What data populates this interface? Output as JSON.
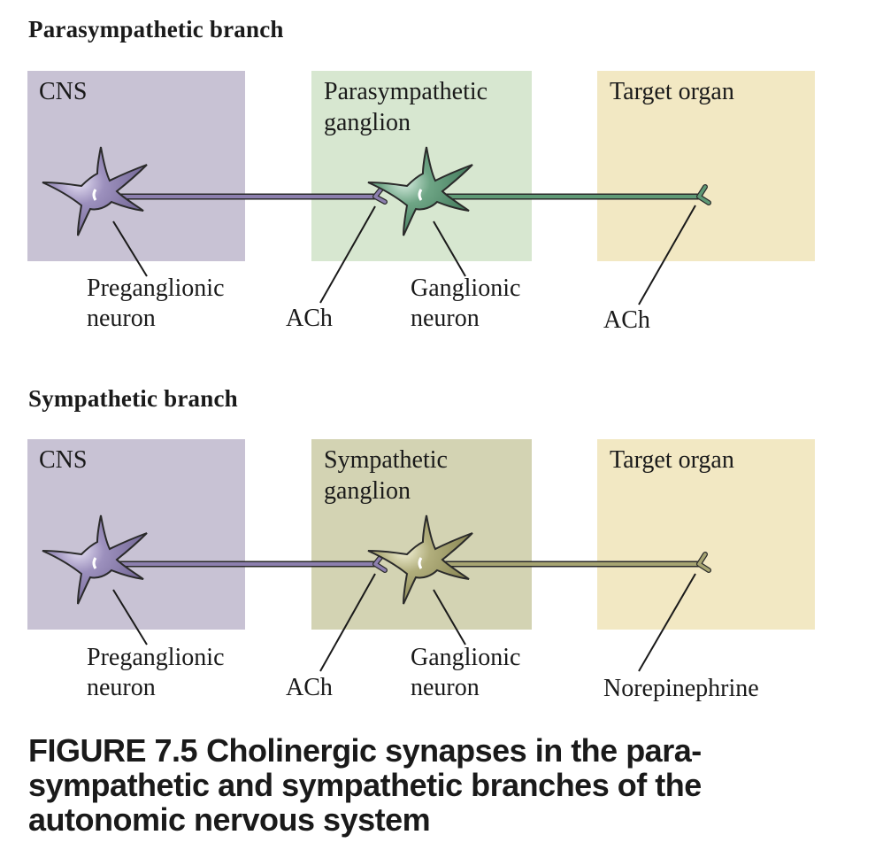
{
  "colors": {
    "cns_box": "#c8c2d4",
    "para_ganglion_box": "#d7e7d0",
    "symp_ganglion_box": "#d3d3b3",
    "target_box": "#f2e8c3",
    "preganglionic_neuron": "#8c7fae",
    "para_ganglionic_neuron": "#5f9a76",
    "symp_ganglionic_neuron": "#a6a472"
  },
  "panels": [
    {
      "title": "Parasympathetic branch",
      "boxes": {
        "cns": "CNS",
        "ganglion_line1": "Parasympathetic",
        "ganglion_line2": "ganglion",
        "target": "Target organ"
      },
      "labels": {
        "preganglionic_line1": "Preganglionic",
        "preganglionic_line2": "neuron",
        "synapse1": "ACh",
        "ganglionic_line1": "Ganglionic",
        "ganglionic_line2": "neuron",
        "synapse2": "ACh"
      }
    },
    {
      "title": "Sympathetic branch",
      "boxes": {
        "cns": "CNS",
        "ganglion_line1": "Sympathetic",
        "ganglion_line2": "ganglion",
        "target": "Target organ"
      },
      "labels": {
        "preganglionic_line1": "Preganglionic",
        "preganglionic_line2": "neuron",
        "synapse1": "ACh",
        "ganglionic_line1": "Ganglionic",
        "ganglionic_line2": "neuron",
        "synapse2": "Norepinephrine"
      }
    }
  ],
  "caption": {
    "number": "FIGURE 7.5",
    "line1": "Cholinergic synapses in the para-",
    "line2": "sympathetic and sympathetic branches of the",
    "line3": "autonomic nervous system"
  }
}
